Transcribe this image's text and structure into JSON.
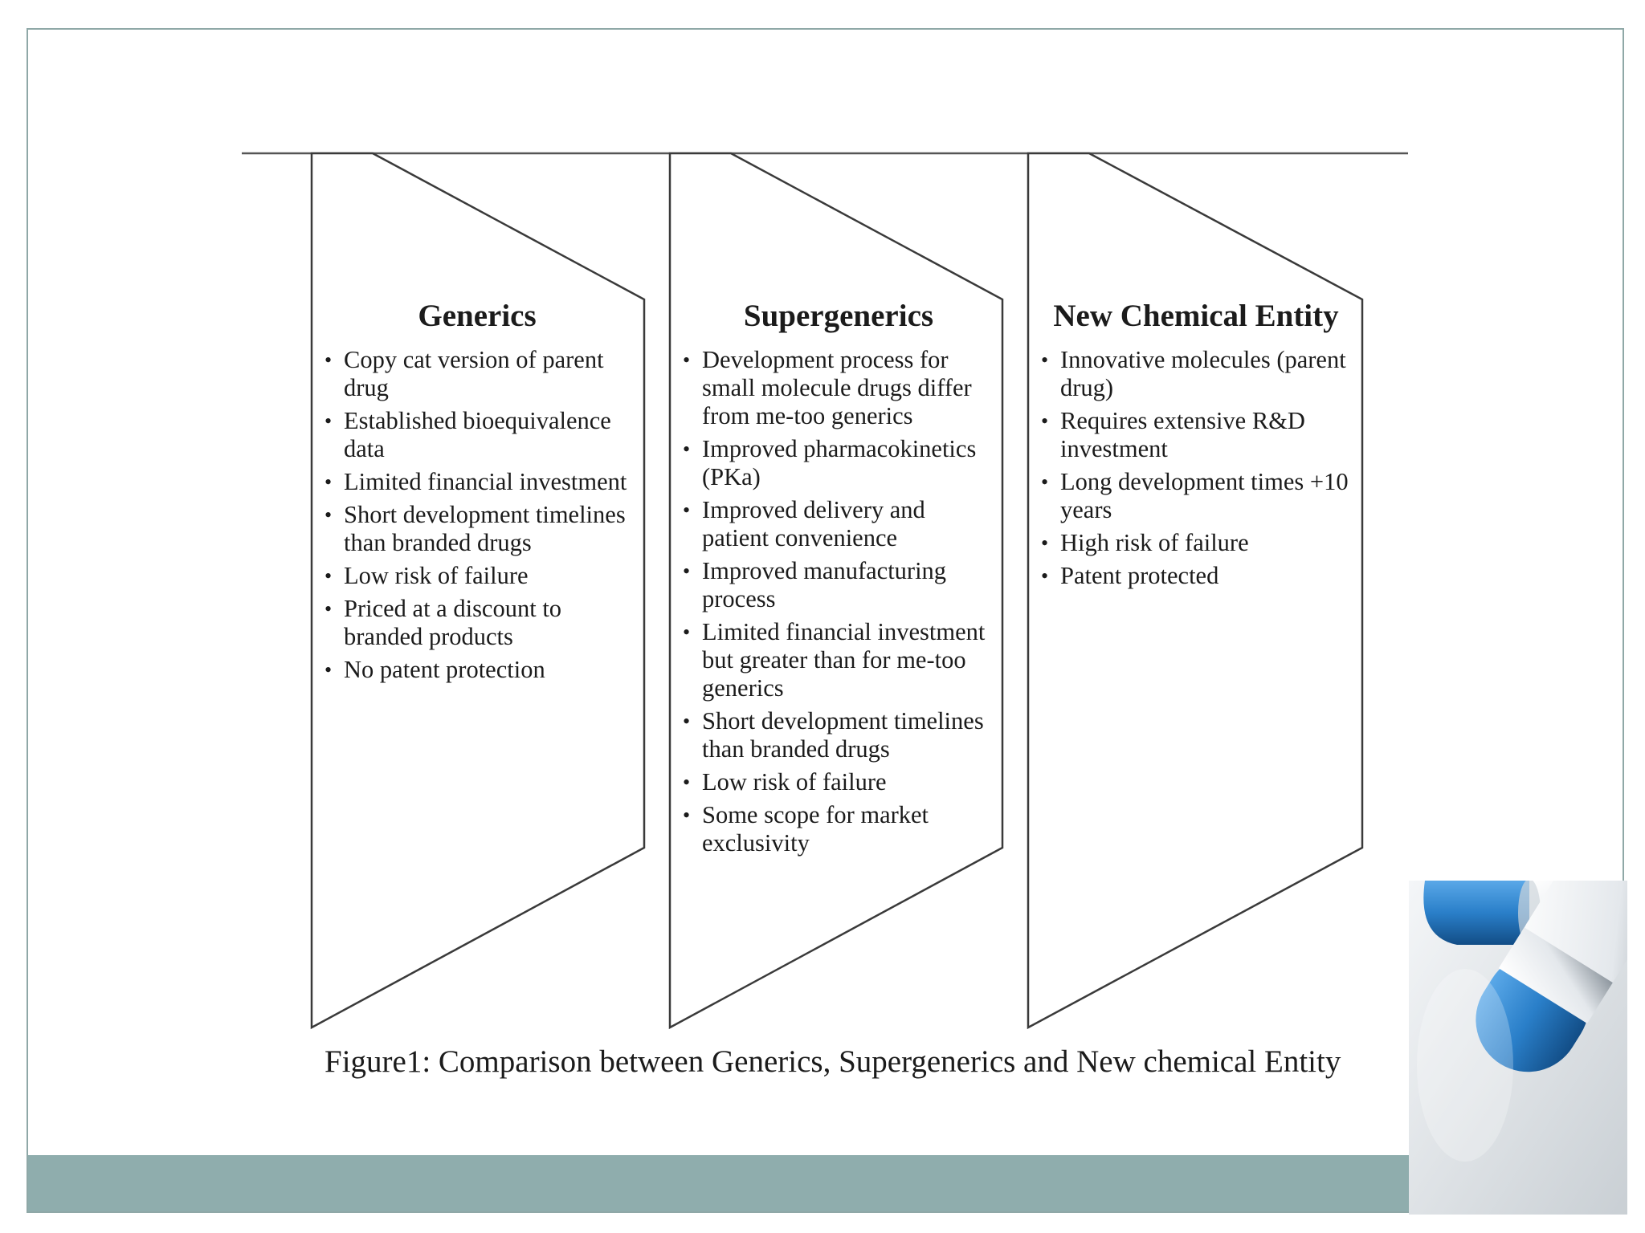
{
  "diagram": {
    "columns": [
      {
        "title": "Generics",
        "bullets": [
          "Copy cat version of parent drug",
          "Established bioequivalence data",
          "Limited financial investment",
          "Short development timelines than branded drugs",
          "Low risk of failure",
          "Priced at a discount to branded products",
          "No patent protection"
        ]
      },
      {
        "title": "Supergenerics",
        "bullets": [
          "Development process for small molecule drugs differ from me-too generics",
          "Improved pharmacokinetics (PKa)",
          "Improved delivery and patient convenience",
          "Improved manufacturing process",
          "Limited financial investment but greater than for me-too generics",
          "Short development timelines than branded drugs",
          "Low risk of failure",
          "Some scope for market exclusivity"
        ]
      },
      {
        "title": "New Chemical Entity",
        "bullets": [
          "Innovative molecules (parent drug)",
          "Requires extensive R&D investment",
          "Long development times +10 years",
          "High risk of failure",
          "Patent protected"
        ]
      }
    ],
    "caption": "Figure1: Comparison between Generics, Supergenerics and New chemical Entity"
  },
  "colors": {
    "frame": "#8fa8a7",
    "footer_band": "#8fadad",
    "outline": "#3a3a3a",
    "pill_blue": "#2a7fc9"
  },
  "decor": {
    "photo_icon": "capsule-pills-photo"
  }
}
